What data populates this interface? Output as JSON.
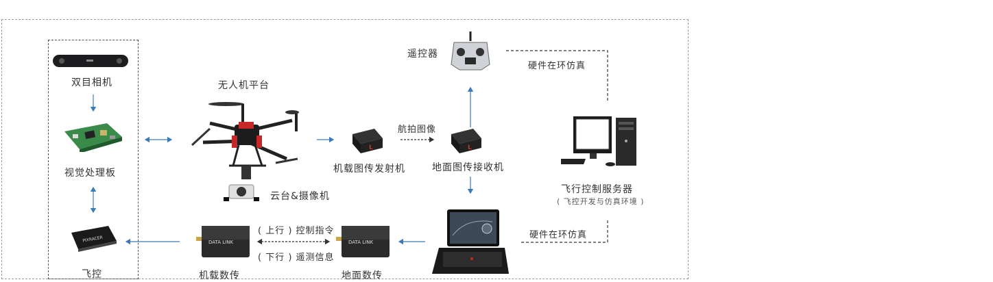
{
  "labels": {
    "stereo_camera": "双目相机",
    "vision_board": "视觉处理板",
    "flight_controller": "飞控",
    "uav_platform": "无人机平台",
    "gimbal_camera": "云台&摄像机",
    "onboard_tx": "机载图传发射机",
    "aerial_image": "航拍图像",
    "ground_rx": "地面图传接收机",
    "rc": "遥控器",
    "hil_top": "硬件在环仿真",
    "hil_bottom": "硬件在环仿真",
    "server": "飞行控制服务器",
    "server_sub": "( 飞控开发与仿真环境 )",
    "uplink": "( 上行 ) 控制指令",
    "downlink": "( 下行 ) 遥测信息",
    "onboard_datalink": "机载数传",
    "ground_datalink": "地面数传",
    "radio_text": "DATA LINK"
  },
  "colors": {
    "arrow": "#3a7ab8",
    "dash": "#555555"
  }
}
